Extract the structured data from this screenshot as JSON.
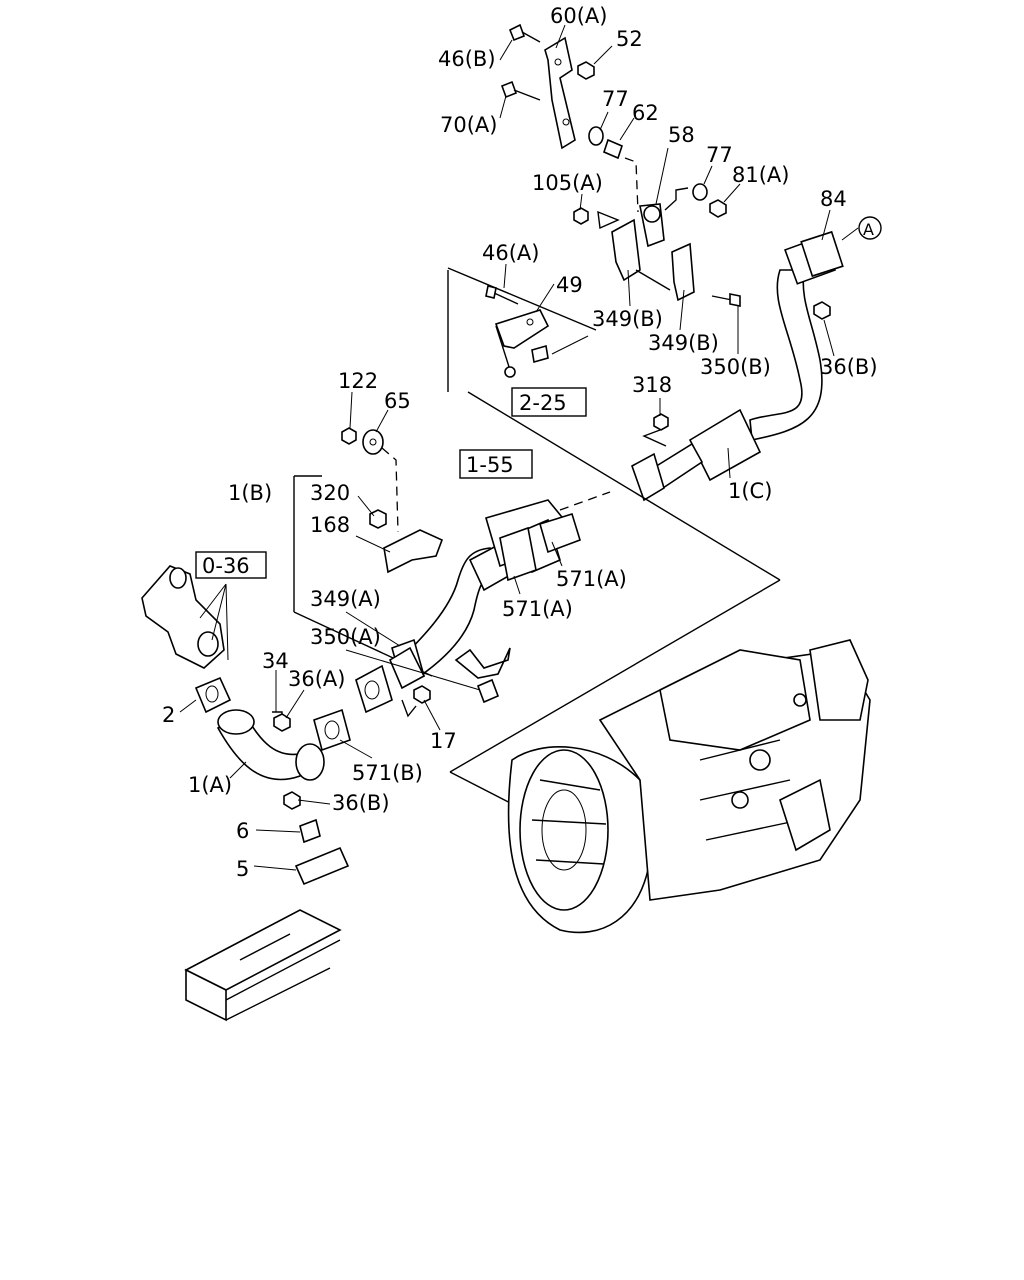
{
  "callouts": [
    {
      "id": "c60a",
      "text": "60(A)"
    },
    {
      "id": "c46b",
      "text": "46(B)"
    },
    {
      "id": "c52",
      "text": "52"
    },
    {
      "id": "c70a",
      "text": "70(A)"
    },
    {
      "id": "c77a",
      "text": "77"
    },
    {
      "id": "c62",
      "text": "62"
    },
    {
      "id": "c58",
      "text": "58"
    },
    {
      "id": "c77b",
      "text": "77"
    },
    {
      "id": "c81a",
      "text": "81(A)"
    },
    {
      "id": "c105a",
      "text": "105(A)"
    },
    {
      "id": "c84",
      "text": "84"
    },
    {
      "id": "c46a",
      "text": "46(A)"
    },
    {
      "id": "c49",
      "text": "49"
    },
    {
      "id": "c349b1",
      "text": "349(B)"
    },
    {
      "id": "c349b2",
      "text": "349(B)"
    },
    {
      "id": "c350b",
      "text": "350(B)"
    },
    {
      "id": "c36b1",
      "text": "36(B)"
    },
    {
      "id": "c318",
      "text": "318"
    },
    {
      "id": "c122",
      "text": "122"
    },
    {
      "id": "c65",
      "text": "65"
    },
    {
      "id": "c1c",
      "text": "1(C)"
    },
    {
      "id": "c1b",
      "text": "1(B)"
    },
    {
      "id": "c320",
      "text": "320"
    },
    {
      "id": "c168",
      "text": "168"
    },
    {
      "id": "c571a1",
      "text": "571(A)"
    },
    {
      "id": "c571a2",
      "text": "571(A)"
    },
    {
      "id": "c349a",
      "text": "349(A)"
    },
    {
      "id": "c350a",
      "text": "350(A)"
    },
    {
      "id": "c34",
      "text": "34"
    },
    {
      "id": "c36a",
      "text": "36(A)"
    },
    {
      "id": "c2",
      "text": "2"
    },
    {
      "id": "c17",
      "text": "17"
    },
    {
      "id": "c571b",
      "text": "571(B)"
    },
    {
      "id": "c1a",
      "text": "1(A)"
    },
    {
      "id": "c36b2",
      "text": "36(B)"
    },
    {
      "id": "c6",
      "text": "6"
    },
    {
      "id": "c5",
      "text": "5"
    }
  ],
  "reference_boxes": [
    {
      "id": "r225",
      "text": "2-25"
    },
    {
      "id": "r155",
      "text": "1-55"
    },
    {
      "id": "r036",
      "text": "0-36"
    }
  ],
  "connector_marker": {
    "text": "A"
  }
}
